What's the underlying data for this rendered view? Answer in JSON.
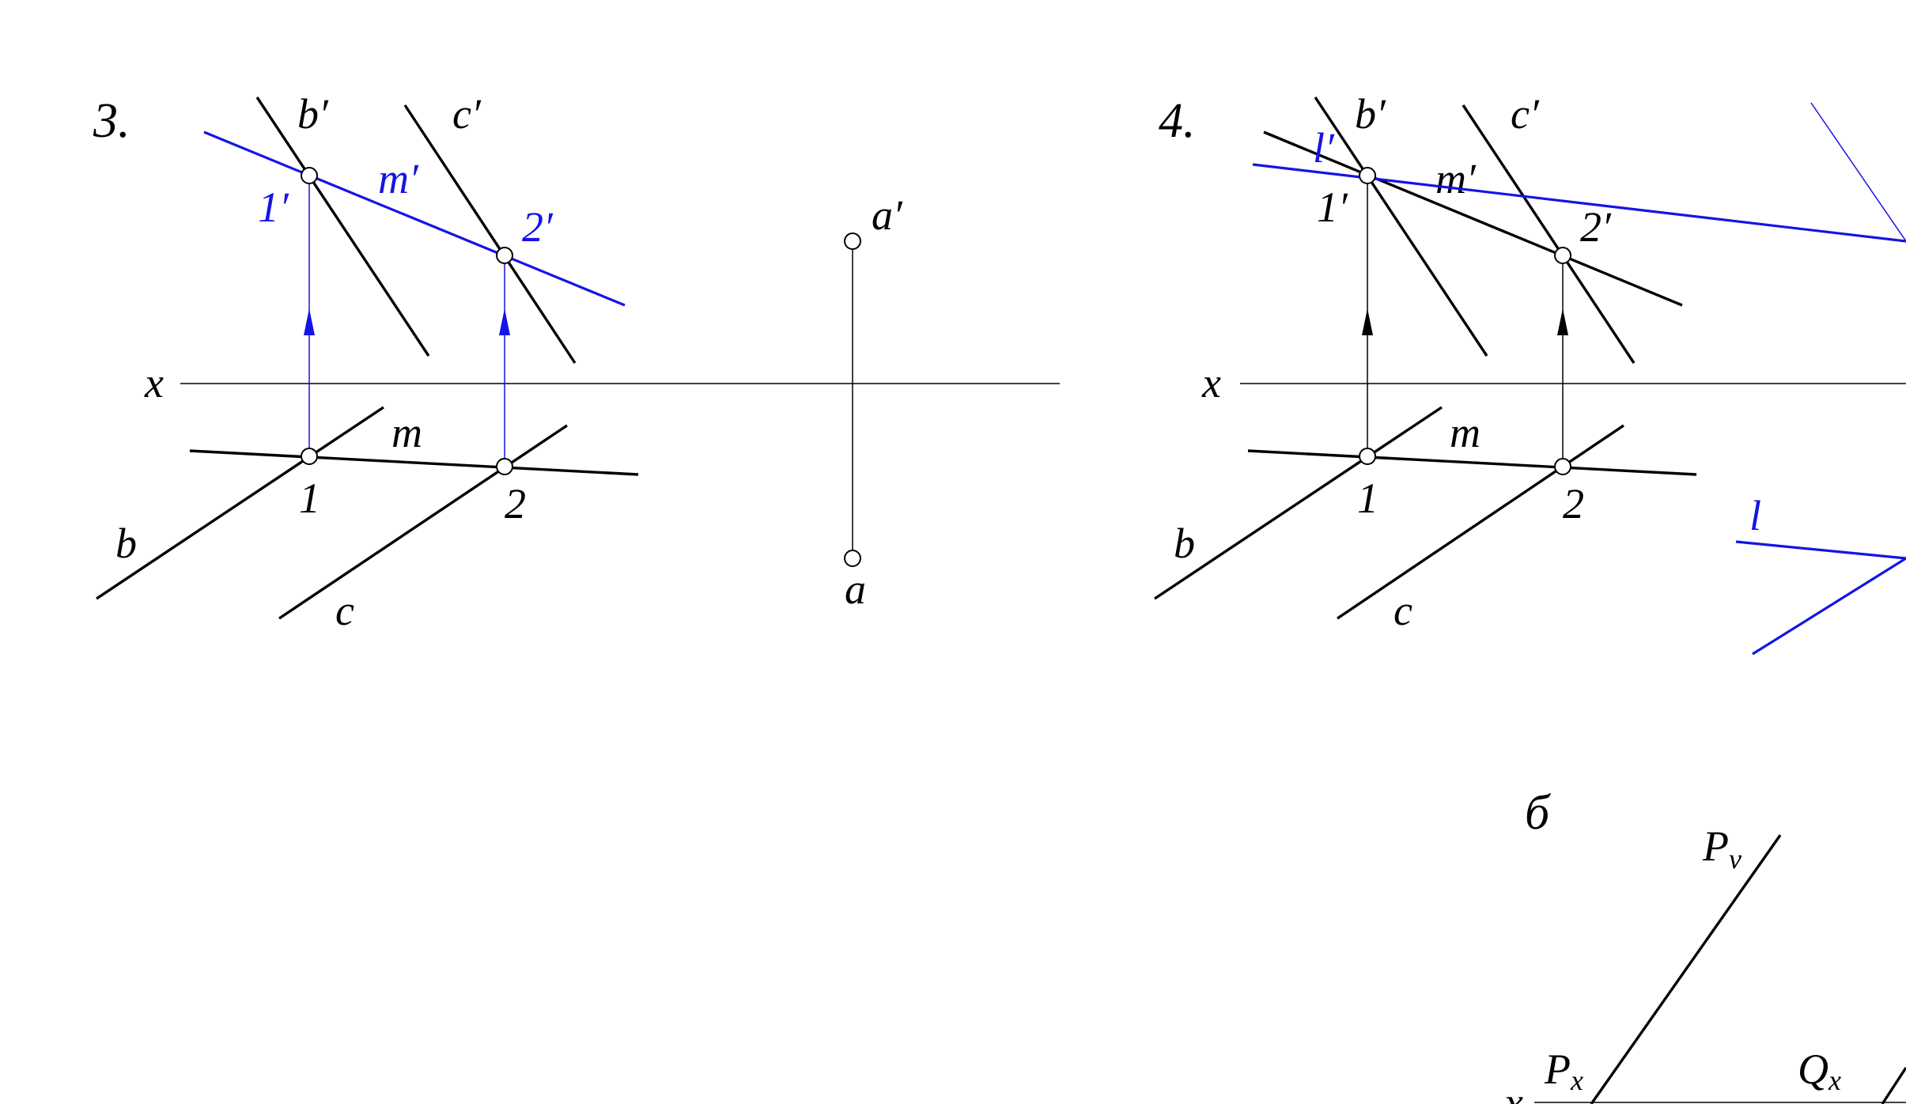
{
  "colors": {
    "ink": "#000000",
    "construction_blue": "#1414e6",
    "background": "#ffffff"
  },
  "problem3": {
    "number": "3.",
    "axis": "x",
    "labels": {
      "b_prime": "b′",
      "c_prime": "c′",
      "m_prime": "m′",
      "one_prime": "1′",
      "two_prime": "2′",
      "a_prime": "a′",
      "a": "a",
      "m": "m",
      "one": "1",
      "two": "2",
      "b": "b",
      "c": "c"
    }
  },
  "problem4": {
    "number": "4.",
    "axis": "x",
    "labels": {
      "b_prime": "b′",
      "c_prime": "c′",
      "m_prime": "m′",
      "one_prime": "1′",
      "two_prime": "2′",
      "l_prime": "l′",
      "l": "l",
      "m": "m",
      "one": "1",
      "two": "2",
      "b": "b",
      "c": "c"
    }
  },
  "problem_b": {
    "label": "б",
    "pv_main": "P",
    "pv_sub": "v",
    "px_main": "P",
    "px_sub": "x",
    "qx_main": "Q",
    "qx_sub": "x",
    "axis": "x"
  }
}
